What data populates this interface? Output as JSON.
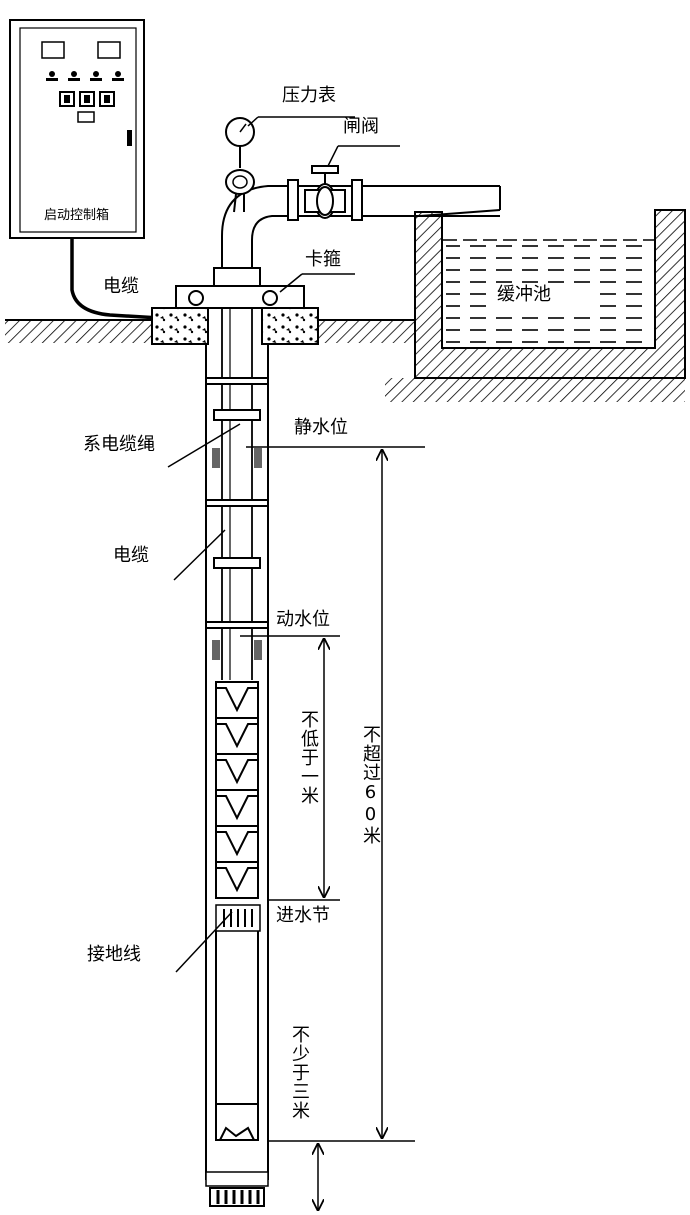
{
  "labels": {
    "control_box": "启动控制箱",
    "pressure_gauge": "压力表",
    "gate_valve": "闸阀",
    "clamp": "卡箍",
    "cable_top": "电缆",
    "buffer_tank": "缓冲池",
    "static_water_level": "静水位",
    "cable_tie_rope": "系电缆绳",
    "cable": "电缆",
    "dynamic_water_level": "动水位",
    "not_less_than_1m": "不低于一米",
    "not_more_than_60m": "不超过60米",
    "water_inlet": "进水节",
    "ground_wire": "接地线",
    "not_less_than_3m": "不少于三米"
  }
}
